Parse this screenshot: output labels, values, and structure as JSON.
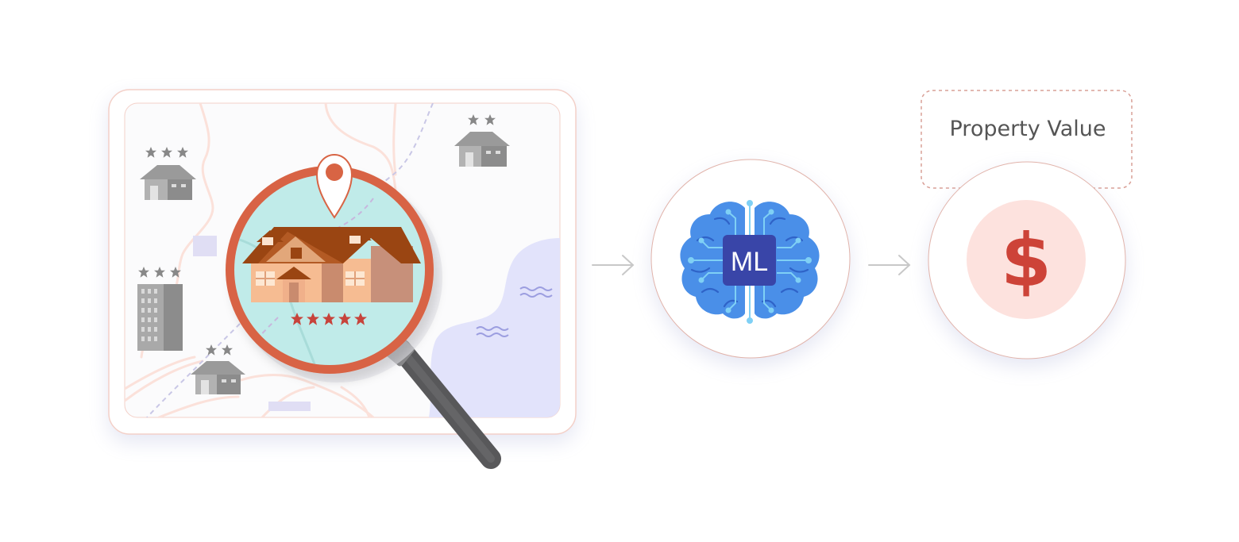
{
  "colors": {
    "map_border": "#f3d0c8",
    "road": "#fbe1da",
    "water": "#e2e3fb",
    "water_wave": "#9c9ee0",
    "block": "#e0def4",
    "grey_house": "#a9a9a9",
    "grey_star": "#888888",
    "magnifier_ring": "#d86444",
    "magnifier_lens": "#c0ebe9",
    "magnifier_handle": "#58585a",
    "pin": "#d86444",
    "house_roof": "#9a4512",
    "house_wall": "#f6bc92",
    "red_star": "#c7433b",
    "arrow": "#c8c8c8",
    "circle_border": "#e1b3aa",
    "brain": "#4a8fe8",
    "brain_dark": "#2f63c8",
    "chip": "#3945a8",
    "circuit": "#7fd0f5",
    "dollar_bg": "#fde2de",
    "dollar": "#cd4338",
    "label_text": "#555555"
  },
  "map": {
    "listings": [
      {
        "name": "listing-top-left",
        "stars": 3
      },
      {
        "name": "listing-top-right",
        "stars": 2
      },
      {
        "name": "listing-building",
        "stars": 3
      },
      {
        "name": "listing-bottom",
        "stars": 2
      },
      {
        "name": "listing-featured",
        "stars": 5
      }
    ]
  },
  "model": {
    "chip_label": "ML"
  },
  "output": {
    "label": "Property Value",
    "symbol": "$"
  }
}
